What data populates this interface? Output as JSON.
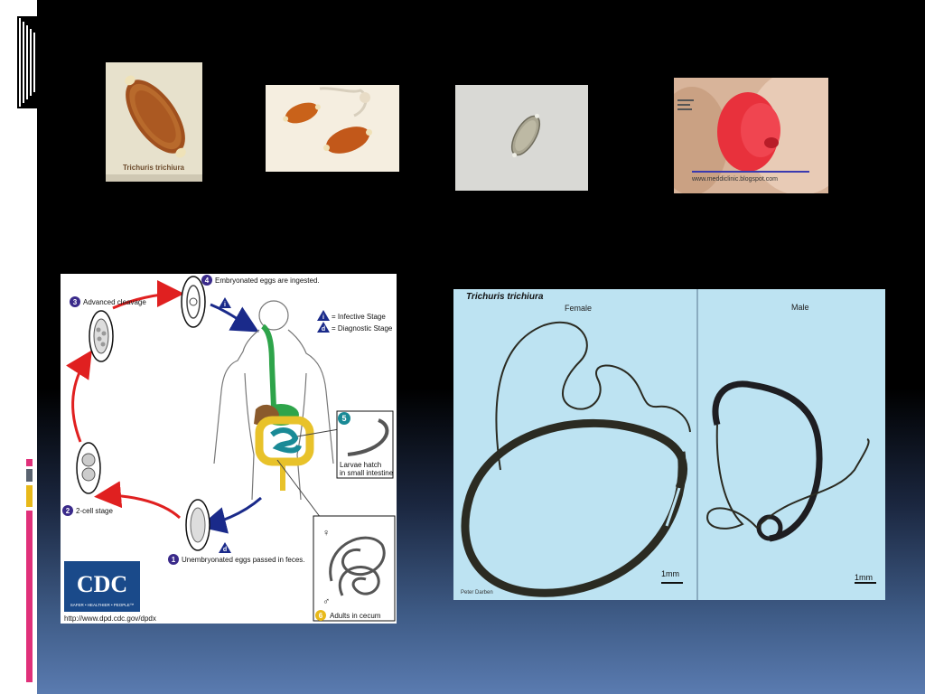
{
  "slide": {
    "egg_photo_1": {
      "caption": "Trichuris trichiura"
    },
    "prolapse_photo": {
      "watermark": "www.meddiclinic.blogspot.com"
    },
    "life_cycle": {
      "stage_1": "Unembryonated eggs passed in feces.",
      "stage_2": "2-cell stage",
      "stage_3": "Advanced cleavage",
      "stage_4": "Embryonated eggs are ingested.",
      "stage_5_line1": "Larvae hatch",
      "stage_5_line2": "in small intestine",
      "stage_6": "Adults in cecum",
      "legend_infective": "= Infective Stage",
      "legend_diagnostic": "= Diagnostic Stage",
      "badge_i": "i",
      "badge_d": "d",
      "num_1": "1",
      "num_2": "2",
      "num_3": "3",
      "num_4": "4",
      "num_5": "5",
      "num_6": "6",
      "cdc_logo": "CDC",
      "cdc_tagline": "SAFER • HEALTHIER • PEOPLE™",
      "url": "http://www.dpd.cdc.gov/dpdx",
      "female_symbol": "♀",
      "male_symbol": "♂"
    },
    "worm_photo": {
      "title": "Trichuris trichiura",
      "female_label": "Female",
      "male_label": "Male",
      "scale_female": "1mm",
      "scale_male": "1mm",
      "credit": "Peter Darben"
    }
  },
  "colors": {
    "accent_pink": "#e0307a",
    "accent_gray": "#5a6370",
    "accent_yellow": "#e8b91a",
    "arrow_red": "#e02020",
    "arrow_blue": "#1a2a8a",
    "worm_bg": "#bde3f2",
    "egg_brown": "#a85a22"
  }
}
